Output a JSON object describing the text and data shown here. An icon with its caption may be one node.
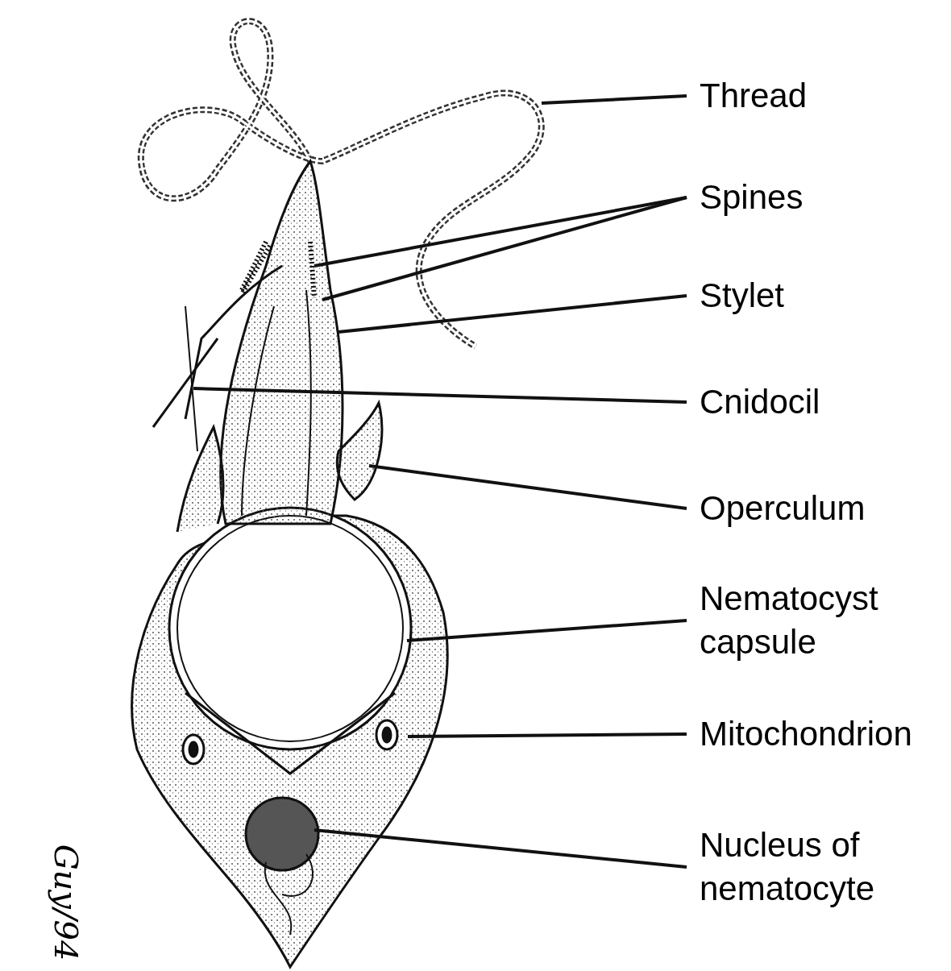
{
  "diagram": {
    "nodes": [
      {
        "text": [
          "Thread"
        ]
      },
      {
        "text": [
          "Spines"
        ]
      },
      {
        "text": [
          "Stylet"
        ]
      },
      {
        "text": [
          "Cnidocil"
        ]
      },
      {
        "text": [
          "Operculum"
        ]
      },
      {
        "text": [
          "Nematocyst capsule"
        ]
      },
      {
        "text": [
          "Mitochondrion"
        ]
      },
      {
        "text": [
          "Nucleus of nematocyte"
        ]
      }
    ],
    "edges": [
      {
        "from": 0,
        "to": null,
        "arrow": "none"
      },
      {
        "from": 1,
        "to": null,
        "arrow": "none"
      },
      {
        "from": 1,
        "to": null,
        "arrow": "none"
      },
      {
        "from": 2,
        "to": null,
        "arrow": "none"
      },
      {
        "from": 3,
        "to": null,
        "arrow": "none"
      },
      {
        "from": 4,
        "to": null,
        "arrow": "none"
      },
      {
        "from": 5,
        "to": null,
        "arrow": "none"
      },
      {
        "from": 6,
        "to": null,
        "arrow": "none"
      },
      {
        "from": 7,
        "to": null,
        "arrow": "none"
      }
    ],
    "labels": [
      "Guy/94"
    ]
  }
}
